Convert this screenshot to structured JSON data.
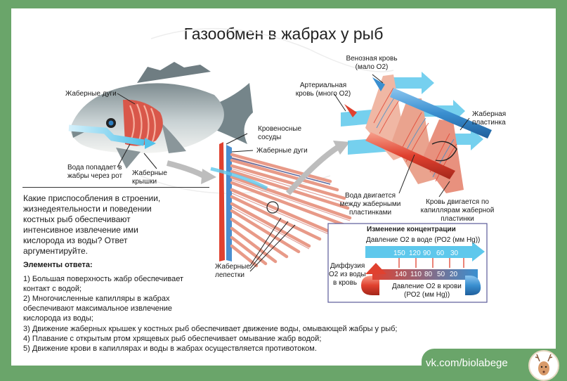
{
  "title": "Газообмен в жабрах у рыб",
  "fish_labels": {
    "gill_arches": "Жаберные дуги",
    "water_mouth": [
      "Вода попадает в",
      "жабры через рот"
    ],
    "gill_covers": [
      "Жаберные",
      "крышки"
    ]
  },
  "filament_labels": {
    "vessels": [
      "Кровеносные",
      "сосуды"
    ],
    "arches": "Жаберные дуги",
    "petals": [
      "Жаберные",
      "лепестки"
    ]
  },
  "lamella_labels": {
    "venous": [
      "Венозная кровь",
      "(мало О2)"
    ],
    "arterial": [
      "Артериальная",
      "кровь (много О2)"
    ],
    "plate": [
      "Жаберная",
      "пластинка"
    ],
    "water_moves": [
      "Вода двигается",
      "между жаберными",
      "пластинками"
    ],
    "blood_moves": [
      "Кровь двигается по",
      "капиллярам жаберной",
      "пластинки"
    ]
  },
  "concentration": {
    "title": "Изменение концентрации",
    "water_label": "Давление О2 в воде (РО2 (мм Hg))",
    "water_values": [
      "150",
      "120",
      "90",
      "60",
      "30"
    ],
    "blood_values": [
      "140",
      "110",
      "80",
      "50",
      "20"
    ],
    "diffusion_label": [
      "Диффузия",
      "О2 из воды",
      "в кровь"
    ],
    "blood_label": [
      "Давление О2 в крови",
      "(РО2 (мм Hg))"
    ]
  },
  "question": [
    "Какие приспособления в строении,",
    "жизнедеятельности и поведении",
    "костных рыб обеспечивают",
    "интенсивное извлечение ими",
    "кислорода из воды? Ответ",
    "аргументируйте."
  ],
  "answer_heading": "Элементы ответа:",
  "answers": [
    "1) Большая поверхность жабр обеспечивает",
    "контакт с водой;",
    "2) Многочисленные капилляры в жабрах",
    "обеспечивают максимальное извлечение",
    "кислорода из воды;",
    "3) Движение жаберных крышек у костных рыб обеспечивает движение воды, омывающей жабры у рыб;",
    "4) Плавание с открытым ртом хрящевых рыб обеспечивает омывание жабр водой;",
    "5) Движение крови в капиллярах и воды в жабрах осуществляется противотоком."
  ],
  "footer": "vk.com/biolabege",
  "colors": {
    "border": "#6aa56a",
    "water": "#5ec8ec",
    "venous": "#3a8fd0",
    "arterial": "#e0412f",
    "tissue": "#e8917e"
  }
}
